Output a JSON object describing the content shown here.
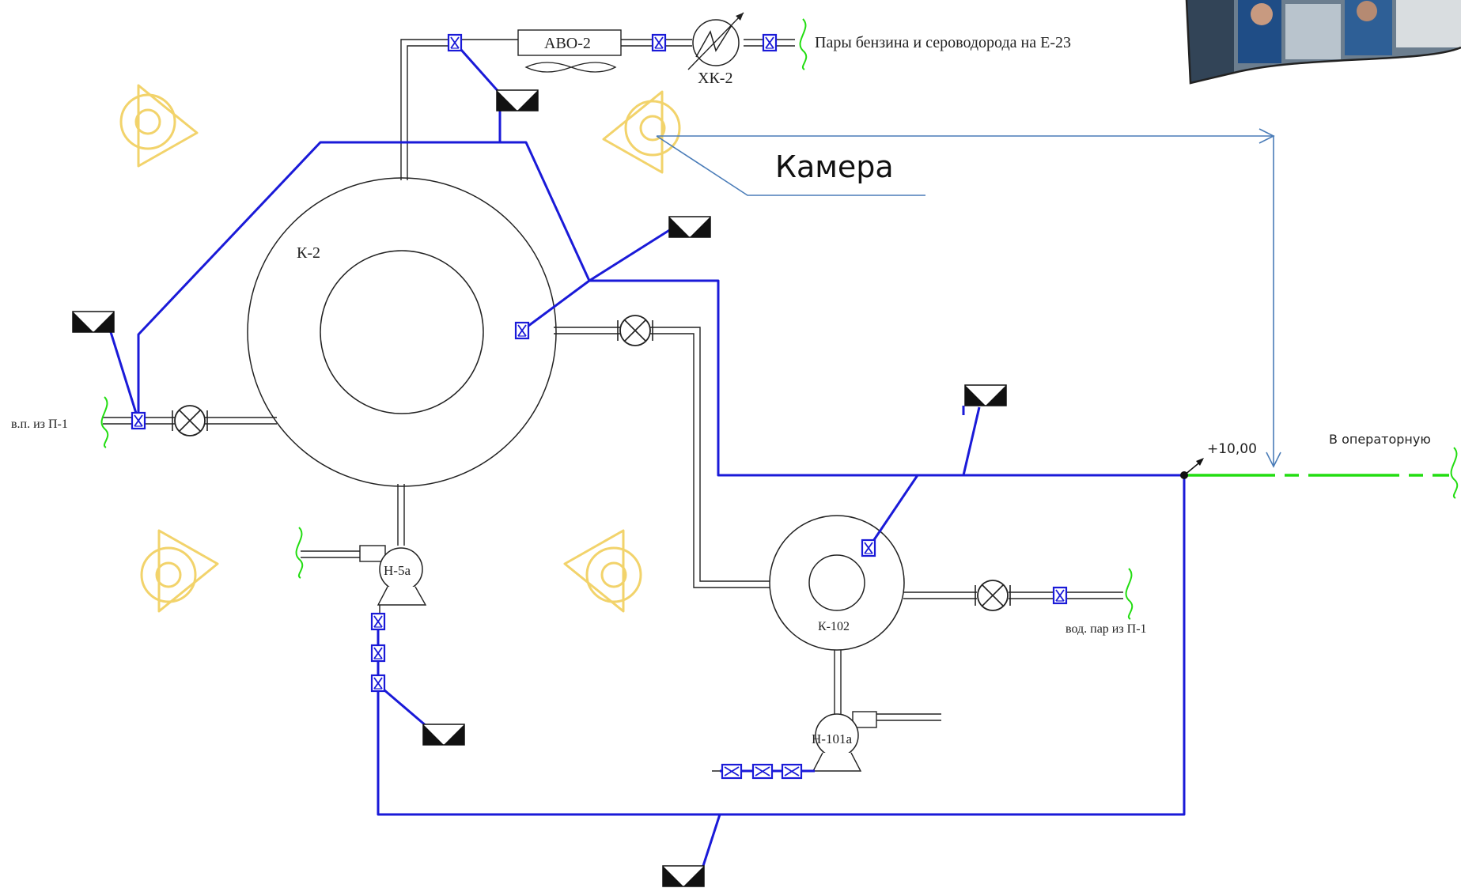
{
  "colors": {
    "signal": "#1a1ad8",
    "green": "#22dd11",
    "camera": "#f2d36b",
    "callout": "#4a7cb8",
    "black": "#111111"
  },
  "labels": {
    "avo": "АВО-2",
    "xk": "ХК-2",
    "vapors": "Пары бензина и сероводорода на Е-23",
    "k2": "К-2",
    "k102": "К-102",
    "h5a": "Н-5а",
    "h101a": "Н-101а",
    "steam_in": "в.п. из П-1",
    "steam_in2": "вод. пар из П-1",
    "elevation": "+10,00",
    "operator": "В операторную",
    "camera": "Камера"
  },
  "icons": {
    "camera": "surveillance-camera-icon",
    "sensor": "gas-detector-icon",
    "valve": "gate-valve-icon",
    "junction": "cable-junction-box-icon",
    "photo": "operators-photo-inset"
  }
}
